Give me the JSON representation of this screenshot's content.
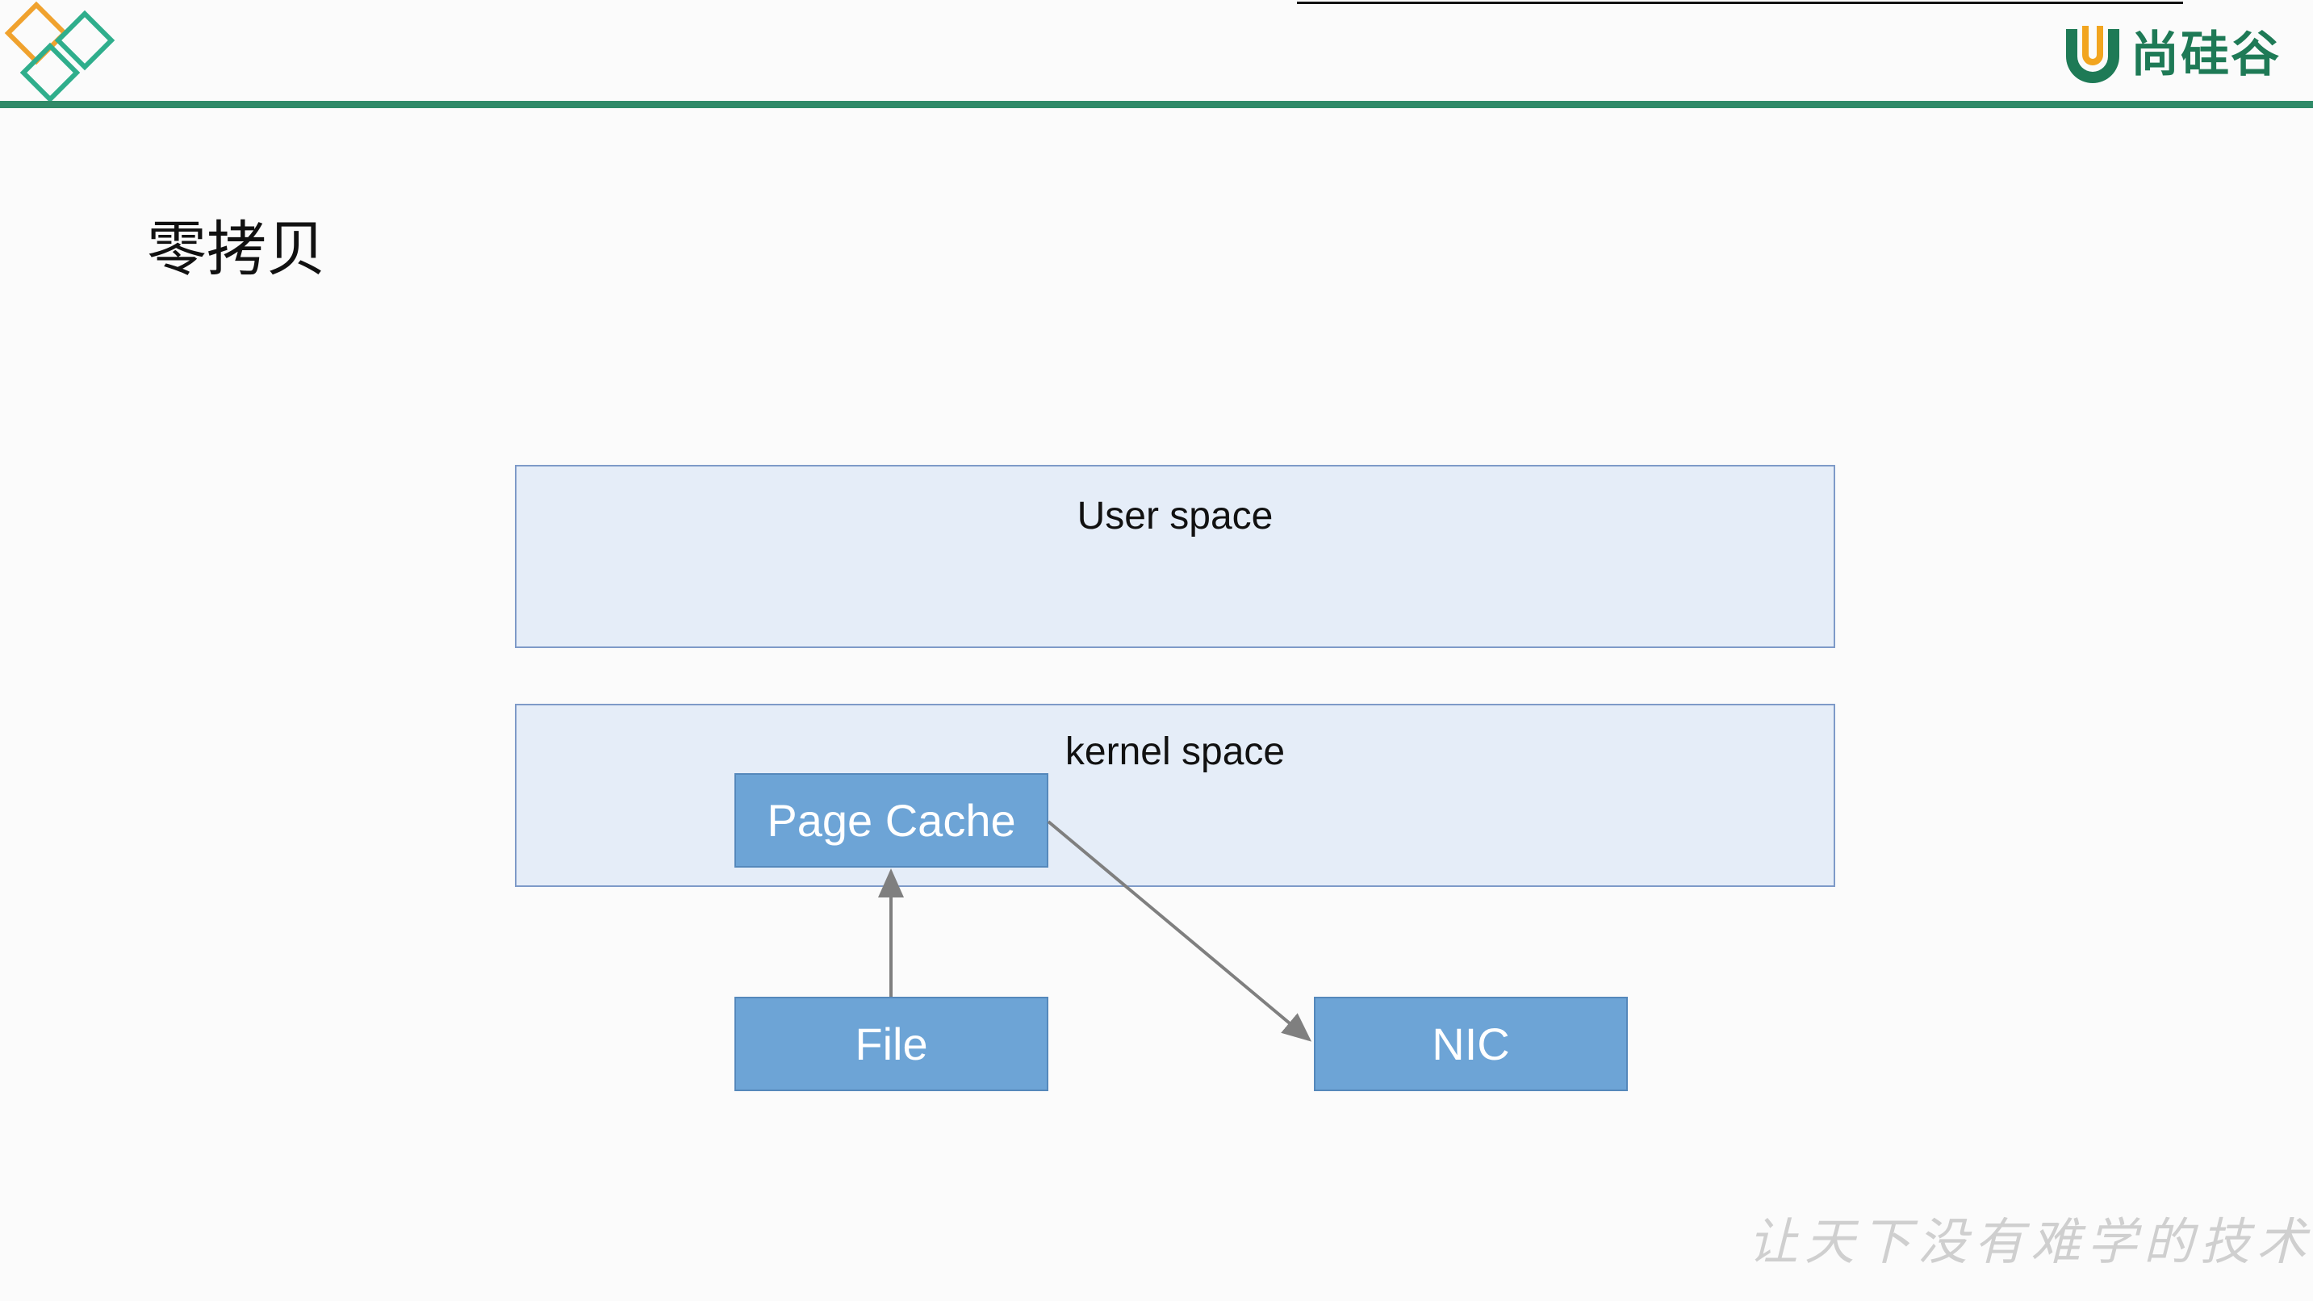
{
  "slide": {
    "title": "零拷贝",
    "brand_name": "尚硅谷",
    "brand_color": "#1e7a56",
    "accent_color": "#2f8a68",
    "watermark": "让天下没有难学的技术"
  },
  "diagram": {
    "regions": [
      {
        "id": "user",
        "label": "User space"
      },
      {
        "id": "kernel",
        "label": "kernel space"
      }
    ],
    "nodes": [
      {
        "id": "page_cache",
        "label": "Page Cache"
      },
      {
        "id": "file",
        "label": "File"
      },
      {
        "id": "nic",
        "label": "NIC"
      }
    ],
    "edges": [
      {
        "from": "file",
        "to": "page_cache"
      },
      {
        "from": "page_cache",
        "to": "nic"
      }
    ],
    "colors": {
      "region_fill": "#e5edf8",
      "region_border": "#7e9ac8",
      "node_fill": "#6da4d6",
      "edge": "#7f7f7f"
    }
  }
}
